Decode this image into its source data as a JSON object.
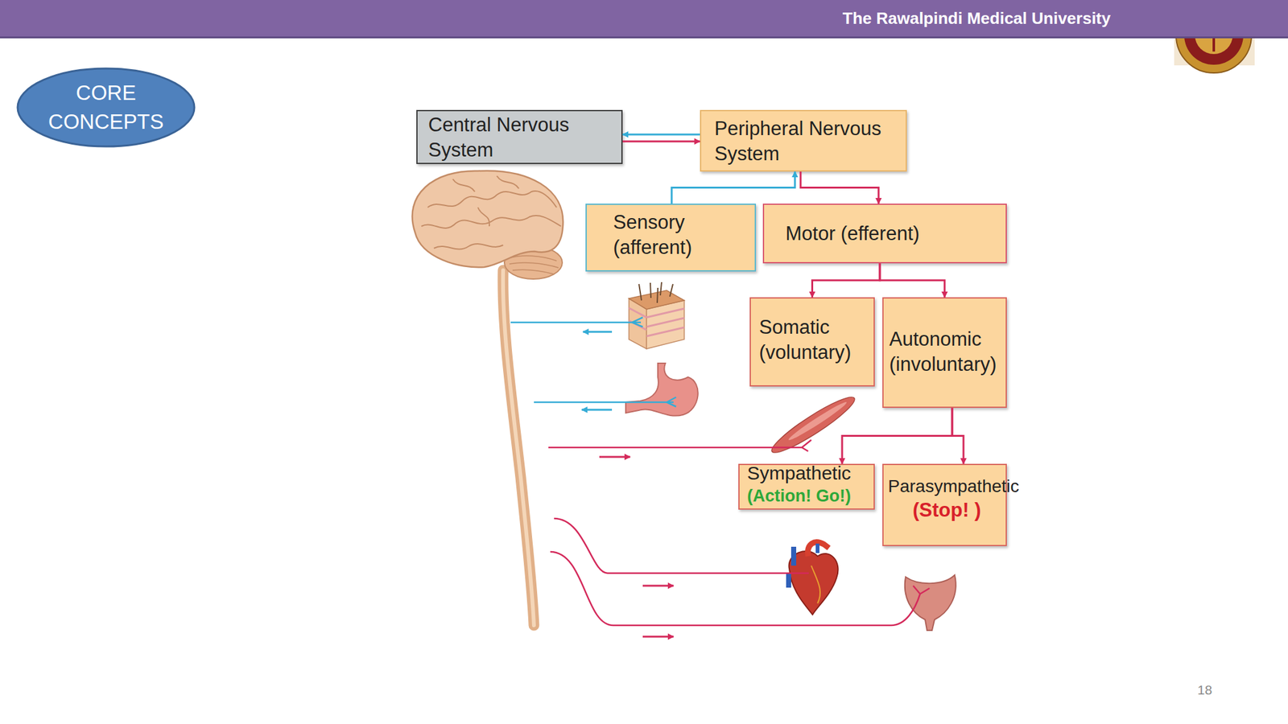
{
  "diagram": {
    "nodes": [
      {
        "text": [
          "CORE CONCEPTS"
        ]
      },
      {
        "text": [
          "Central Nervous System"
        ]
      },
      {
        "text": [
          "Peripheral Nervous System"
        ]
      },
      {
        "text": [
          "Sensory (afferent)"
        ]
      },
      {
        "text": [
          "Motor (efferent)"
        ]
      },
      {
        "text": [
          "Somatic (voluntary)"
        ]
      },
      {
        "text": [
          "Autonomic (involuntary)"
        ]
      },
      {
        "text": [
          "Sympathetic",
          "(Action! Go!)"
        ]
      },
      {
        "text": [
          "Parasympathetic",
          "(Stop! )"
        ]
      }
    ],
    "edges": [
      {
        "from": 2,
        "to": 1,
        "arrow": "to"
      },
      {
        "from": 1,
        "to": 2,
        "arrow": "to"
      },
      {
        "from": 3,
        "to": 2,
        "arrow": "to"
      },
      {
        "from": 2,
        "to": 4,
        "arrow": "to"
      },
      {
        "from": 4,
        "to": 5,
        "arrow": "to"
      },
      {
        "from": 4,
        "to": 6,
        "arrow": "to"
      },
      {
        "from": 6,
        "to": 7,
        "arrow": "to"
      },
      {
        "from": 6,
        "to": 8,
        "arrow": "to"
      }
    ],
    "labels": [
      "The Rawalpindi Medical University",
      "18"
    ]
  }
}
